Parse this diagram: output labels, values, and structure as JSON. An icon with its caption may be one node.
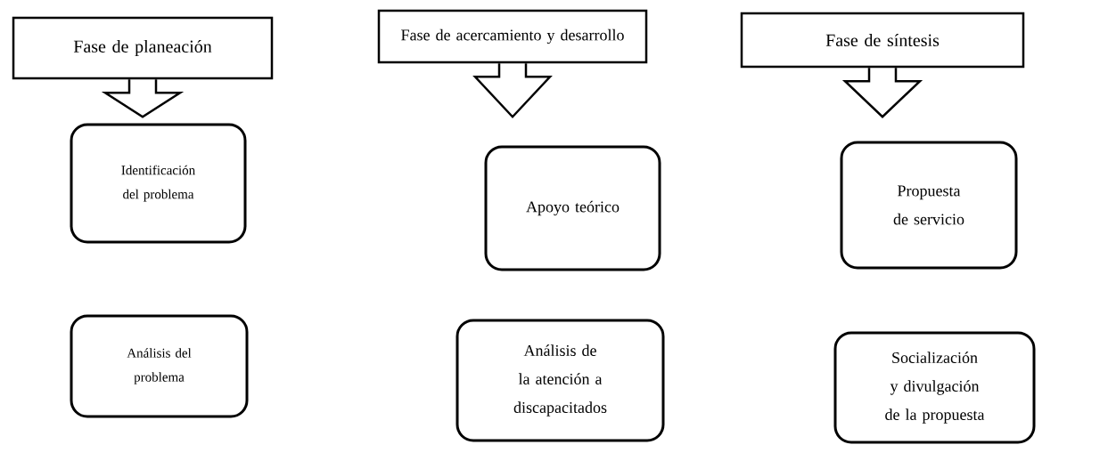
{
  "diagram": {
    "nodes": [
      {
        "text": [
          "Fase de planeación"
        ]
      },
      {
        "text": [
          "Identificación del problema"
        ]
      },
      {
        "text": [
          "Análisis del problema"
        ]
      },
      {
        "text": [
          "Fase de acercamiento y desarrollo"
        ]
      },
      {
        "text": [
          "Apoyo teórico"
        ]
      },
      {
        "text": [
          "Análisis de la atención a discapacitados"
        ]
      },
      {
        "text": [
          "Fase de síntesis"
        ]
      },
      {
        "text": [
          "Propuesta de servicio"
        ]
      },
      {
        "text": [
          "Socialización y divulgación de la propuesta"
        ]
      }
    ]
  }
}
